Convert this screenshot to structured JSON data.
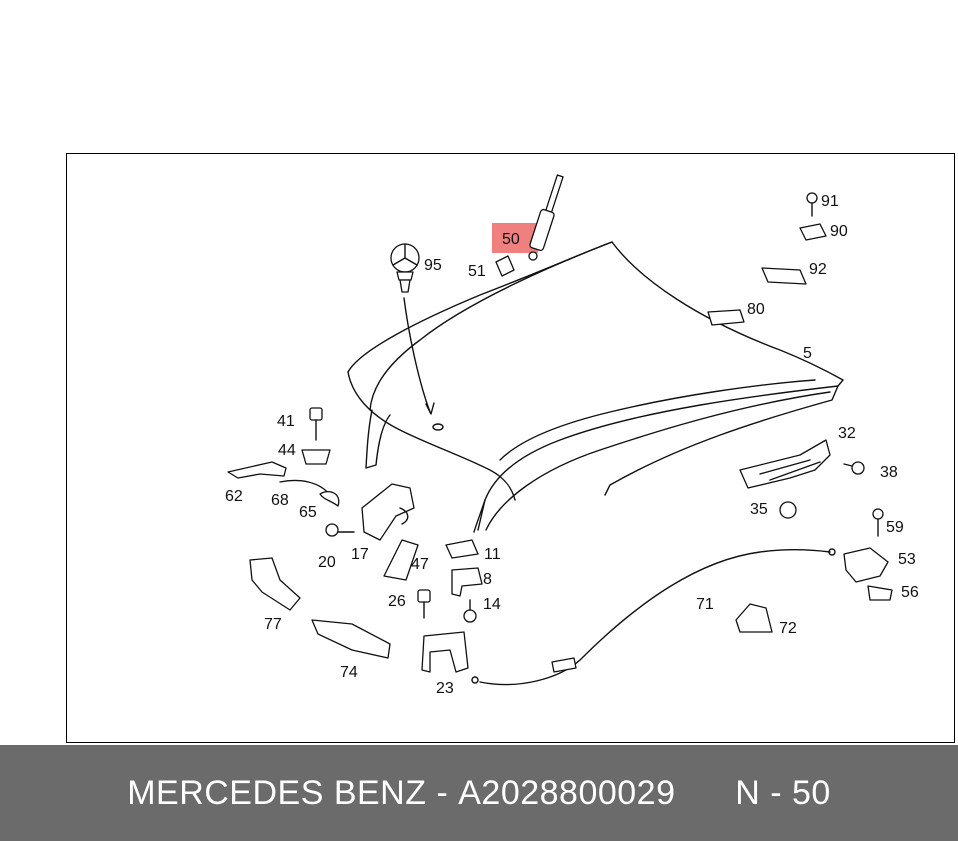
{
  "diagram": {
    "highlight_color": "#f08080",
    "highlighted_part": "50",
    "labels": {
      "p91": "91",
      "p90": "90",
      "p92": "92",
      "p50": "50",
      "p51": "51",
      "p95": "95",
      "p80": "80",
      "p5": "5",
      "p32": "32",
      "p38": "38",
      "p41": "41",
      "p44": "44",
      "p62": "62",
      "p68": "68",
      "p65": "65",
      "p35": "35",
      "p59": "59",
      "p20": "20",
      "p17": "17",
      "p11": "11",
      "p47": "47",
      "p53": "53",
      "p8": "8",
      "p26": "26",
      "p14": "14",
      "p71": "71",
      "p56": "56",
      "p77": "77",
      "p72": "72",
      "p74": "74",
      "p23": "23"
    }
  },
  "footer": {
    "brand": "MERCEDES BENZ",
    "separator": " - ",
    "part_number": "A2028800029",
    "position": "N - 50",
    "background": "#6b6b6b"
  }
}
